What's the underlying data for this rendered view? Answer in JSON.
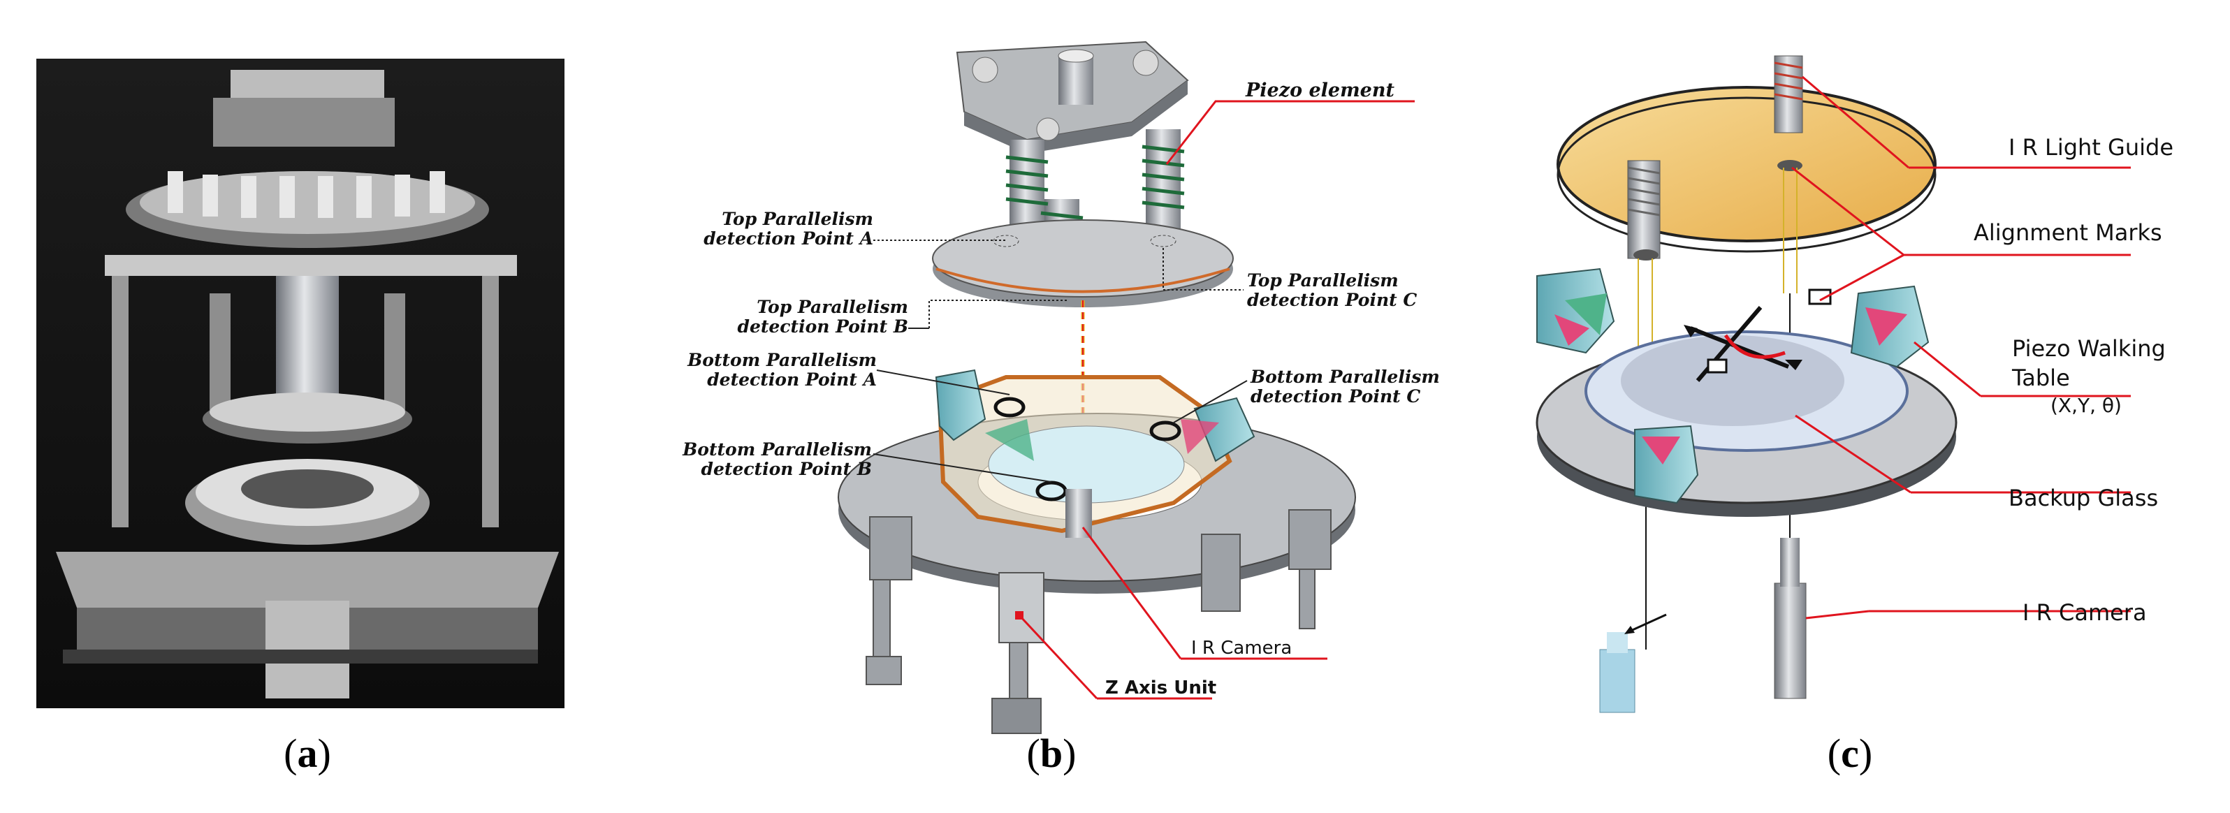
{
  "panels": {
    "a": {
      "caption_open": "(",
      "caption_letter": "a",
      "caption_close": ")"
    },
    "b": {
      "caption_open": "(",
      "caption_letter": "b",
      "caption_close": ")",
      "labels": {
        "piezo_element": "Piezo element",
        "top_a_1": "Top Parallelism",
        "top_a_2": "detection Point A",
        "top_b_1": "Top Parallelism",
        "top_b_2": "detection Point B",
        "top_c_1": "Top Parallelism",
        "top_c_2": "detection Point C",
        "bot_a_1": "Bottom Parallelism",
        "bot_a_2": "detection Point A",
        "bot_b_1": "Bottom Parallelism",
        "bot_b_2": "detection Point B",
        "bot_c_1": "Bottom Parallelism",
        "bot_c_2": "detection Point C",
        "ir_camera": "I R  Camera",
        "z_axis": "Z Axis Unit"
      }
    },
    "c": {
      "caption_open": "(",
      "caption_letter": "c",
      "caption_close": ")",
      "labels": {
        "ir_light_guide": "I R Light Guide",
        "alignment_marks": "Alignment Marks",
        "piezo_walking_1": "Piezo Walking",
        "piezo_walking_2": "Table",
        "piezo_walking_3": "(X,Y, θ)",
        "backup_glass": "Backup Glass",
        "ir_camera": "I R Camera"
      }
    }
  },
  "colors": {
    "leader_line": "#e0141e",
    "metal": "#a9adb3",
    "cyan_block": "#8fc9d2",
    "orange_disc": "#f2c86a",
    "pink": "#e2477a",
    "green": "#4fb38a"
  }
}
